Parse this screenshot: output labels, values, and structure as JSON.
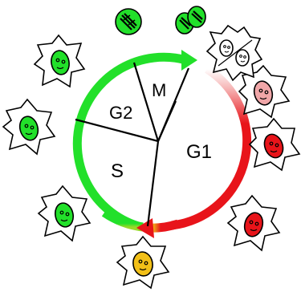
{
  "diagram": {
    "phases": {
      "g1": "G1",
      "s": "S",
      "g2": "G2",
      "m": "M"
    },
    "colors": {
      "green": "#22e02a",
      "red": "#e8141a",
      "yellow": "#f2c018",
      "pink": "#f4a0a4",
      "line": "#000000"
    },
    "cells": [
      {
        "name": "cell-g1-light-pink",
        "phase": "G1",
        "color": "#f0a6a8"
      },
      {
        "name": "cell-g1-red",
        "phase": "G1",
        "color": "#e8141a"
      },
      {
        "name": "cell-g1-late-red",
        "phase": "G1",
        "color": "#e8141a"
      },
      {
        "name": "cell-g1s-yellow",
        "phase": "G1/S",
        "color": "#f2c018"
      },
      {
        "name": "cell-s-green-lower",
        "phase": "S",
        "color": "#22e02a"
      },
      {
        "name": "cell-s-green-left",
        "phase": "S",
        "color": "#22e02a"
      },
      {
        "name": "cell-g2-green",
        "phase": "G2",
        "color": "#22e02a"
      },
      {
        "name": "cell-m-green-chromosomes",
        "phase": "M",
        "color": "#22e02a"
      },
      {
        "name": "cell-m-dividing-green",
        "phase": "M",
        "color": "#22e02a"
      },
      {
        "name": "cell-daughters-white",
        "phase": "G1",
        "color": "#ffffff"
      }
    ]
  }
}
